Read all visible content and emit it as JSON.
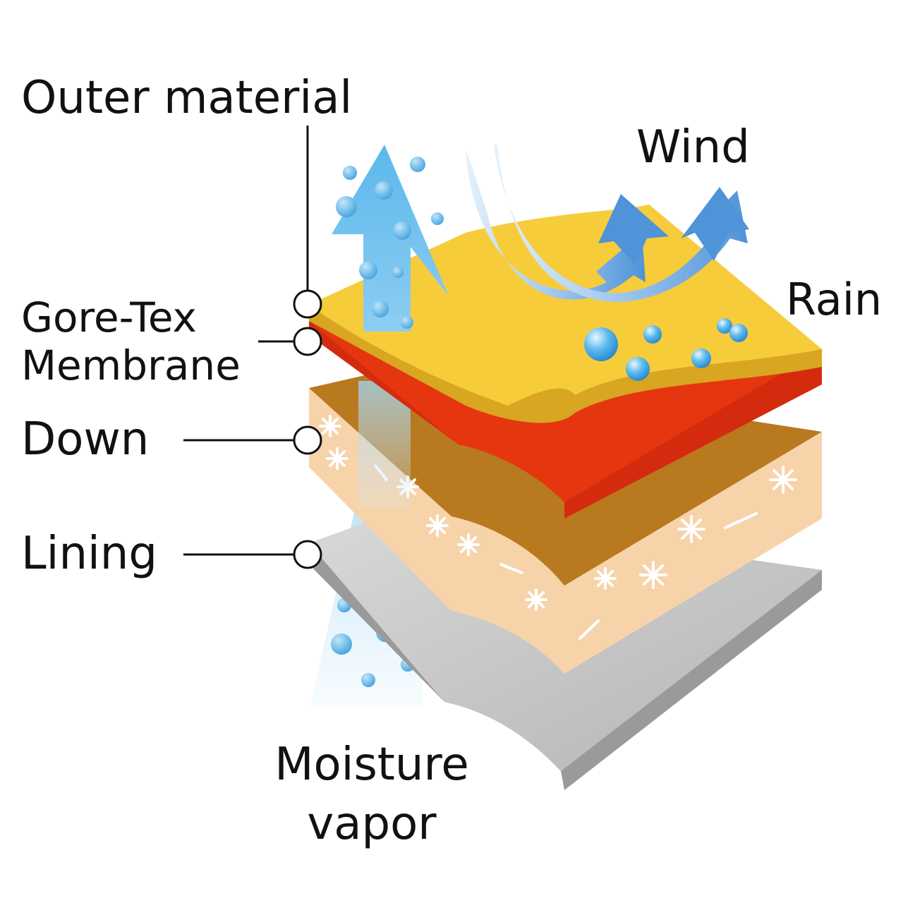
{
  "labels": {
    "outer_material": "Outer material",
    "gore_tex_line1": "Gore-Tex",
    "gore_tex_line2": "Membrane",
    "down": "Down",
    "lining": "Lining",
    "wind": "Wind",
    "rain": "Rain",
    "moisture_line1": "Moisture",
    "moisture_line2": "vapor"
  },
  "colors": {
    "outer_material_top": "#F7CC3A",
    "outer_material_side": "#D8A620",
    "membrane": "#D42B0E",
    "down": "#F7D3AA",
    "down_side": "#B9791E",
    "lining": "#C8C8C8",
    "vapor_arrow": "#6FC3EE",
    "wind_arrow": "#4F93D8",
    "water_drop": "#3FA3E0"
  }
}
